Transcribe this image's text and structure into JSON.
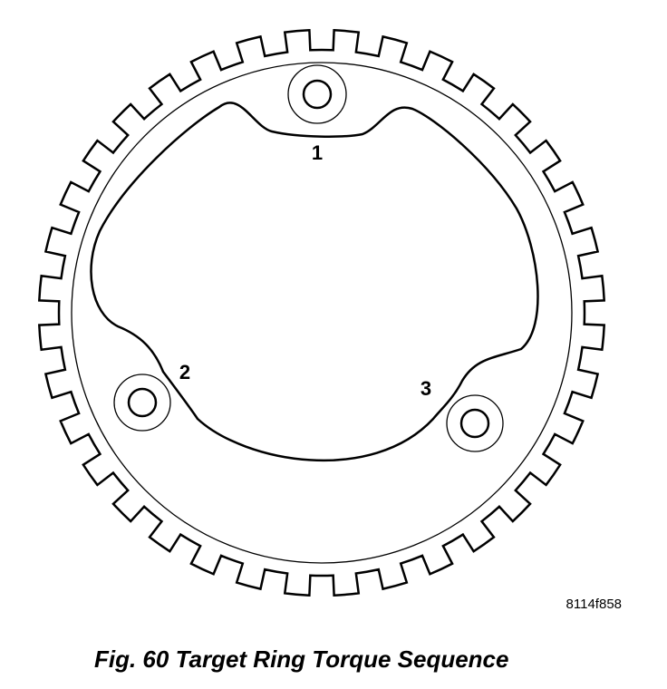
{
  "figure": {
    "callouts": [
      {
        "number": "1"
      },
      {
        "number": "2"
      },
      {
        "number": "3"
      }
    ],
    "drawing_code": "8114f858",
    "caption": "Fig. 60 Target Ring Torque Sequence"
  },
  "style": {
    "line_color": "#000000",
    "background": "#ffffff"
  }
}
